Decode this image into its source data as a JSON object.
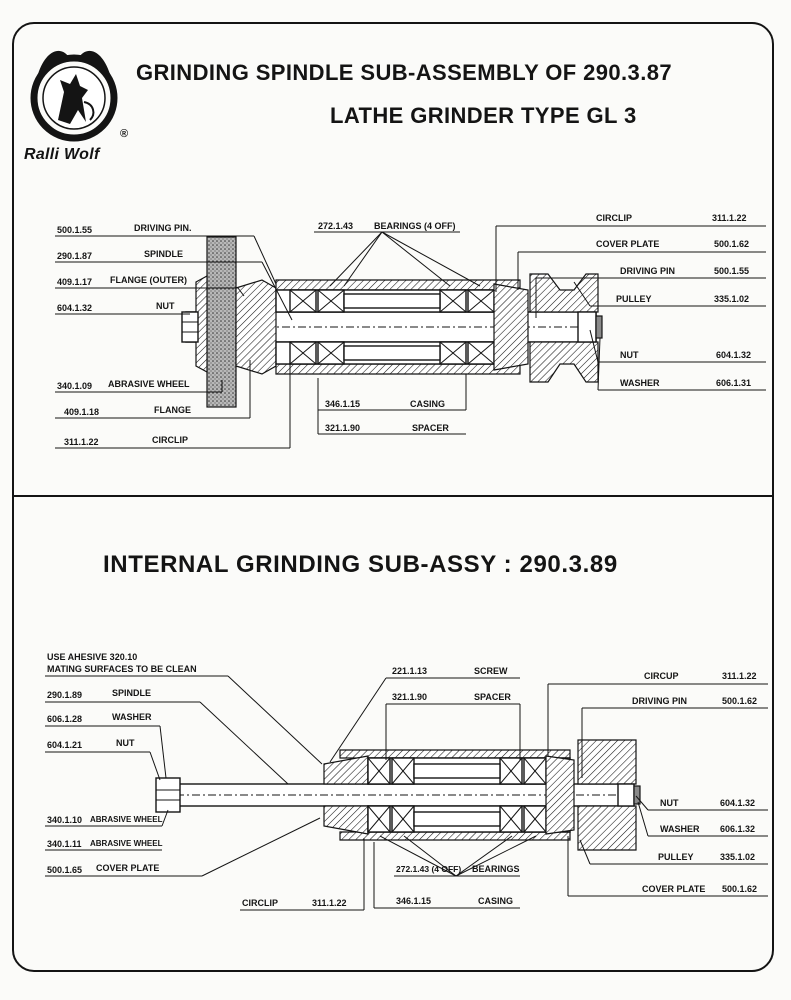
{
  "brand": {
    "name": "Ralli Wolf",
    "registered": "®"
  },
  "top_section": {
    "title_line1": "GRINDING SPINDLE SUB-ASSEMBLY OF 290.3.87",
    "title_line2": "LATHE GRINDER TYPE GL 3",
    "labels": [
      {
        "code": "500.1.55",
        "name": "DRIVING PIN."
      },
      {
        "code": "290.1.87",
        "name": "SPINDLE"
      },
      {
        "code": "409.1.17",
        "name": "FLANGE (OUTER)"
      },
      {
        "code": "604.1.32",
        "name": "NUT"
      },
      {
        "code": "340.1.09",
        "name": "ABRASIVE WHEEL"
      },
      {
        "code": "409.1.18",
        "name": "FLANGE"
      },
      {
        "code": "311.1.22",
        "name": "CIRCLIP"
      },
      {
        "code": "272.1.43",
        "name": "BEARINGS (4 OFF)"
      },
      {
        "code": "346.1.15",
        "name": "CASING"
      },
      {
        "code": "321.1.90",
        "name": "SPACER"
      },
      {
        "code": "311.1.22",
        "name": "CIRCLIP"
      },
      {
        "code": "500.1.62",
        "name": "COVER PLATE"
      },
      {
        "code": "500.1.55",
        "name": "DRIVING PIN"
      },
      {
        "code": "335.1.02",
        "name": "PULLEY"
      },
      {
        "code": "604.1.32",
        "name": "NUT"
      },
      {
        "code": "606.1.31",
        "name": "WASHER"
      }
    ]
  },
  "bottom_section": {
    "title": "INTERNAL GRINDING SUB-ASSY : 290.3.89",
    "note_line1": "USE AHESIVE 320.10",
    "note_line2": "MATING SURFACES TO BE CLEAN",
    "labels": [
      {
        "code": "290.1.89",
        "name": "SPINDLE"
      },
      {
        "code": "606.1.28",
        "name": "WASHER"
      },
      {
        "code": "604.1.21",
        "name": "NUT"
      },
      {
        "code": "340.1.10",
        "name": "ABRASIVE WHEEL"
      },
      {
        "code": "340.1.11",
        "name": "ABRASIVE WHEEL"
      },
      {
        "code": "500.1.65",
        "name": "COVER PLATE"
      },
      {
        "code": "311.1.22",
        "name": "CIRCLIP"
      },
      {
        "code": "221.1.13",
        "name": "SCREW"
      },
      {
        "code": "321.1.90",
        "name": "SPACER"
      },
      {
        "code": "272.1.43 (4 OFF)",
        "name": "BEARINGS"
      },
      {
        "code": "346.1.15",
        "name": "CASING"
      },
      {
        "code": "311.1.22",
        "name": "CIRCUP"
      },
      {
        "code": "500.1.62",
        "name": "DRIVING PIN"
      },
      {
        "code": "604.1.32",
        "name": "NUT"
      },
      {
        "code": "606.1.32",
        "name": "WASHER"
      },
      {
        "code": "335.1.02",
        "name": "PULLEY"
      },
      {
        "code": "500.1.62",
        "name": "COVER PLATE"
      }
    ]
  }
}
